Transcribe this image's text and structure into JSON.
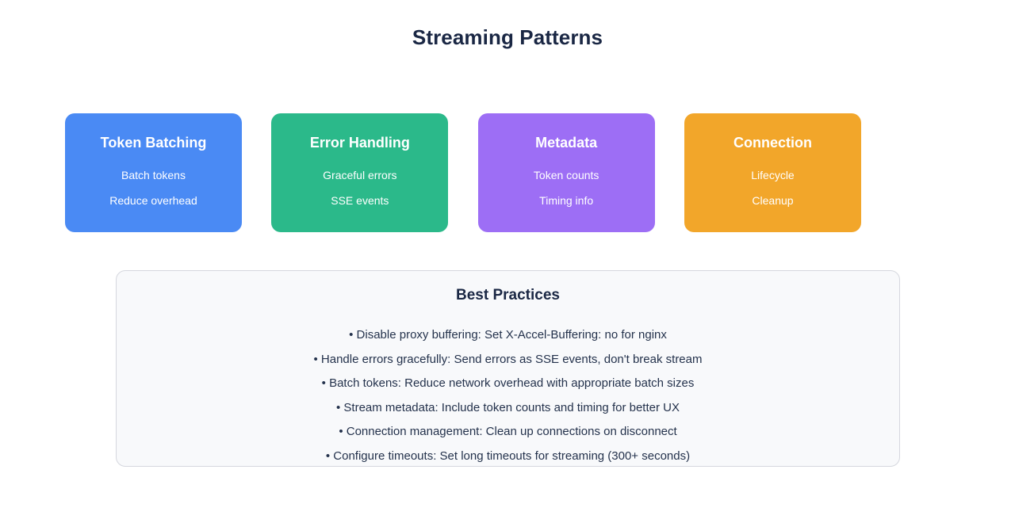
{
  "page": {
    "title": "Streaming Patterns",
    "background_color": "#ffffff",
    "text_color": "#1a2744"
  },
  "cards": [
    {
      "title": "Token Batching",
      "line1": "Batch tokens",
      "line2": "Reduce overhead",
      "color": "#4a8af4"
    },
    {
      "title": "Error Handling",
      "line1": "Graceful errors",
      "line2": "SSE events",
      "color": "#2bb98a"
    },
    {
      "title": "Metadata",
      "line1": "Token counts",
      "line2": "Timing info",
      "color": "#9d6ef5"
    },
    {
      "title": "Connection",
      "line1": "Lifecycle",
      "line2": "Cleanup",
      "color": "#f2a62a"
    }
  ],
  "practices": {
    "title": "Best Practices",
    "background_color": "#f8f9fb",
    "border_color": "#d5d7de",
    "items": [
      "• Disable proxy buffering: Set X-Accel-Buffering: no for nginx",
      "• Handle errors gracefully: Send errors as SSE events, don't break stream",
      "• Batch tokens: Reduce network overhead with appropriate batch sizes",
      "• Stream metadata: Include token counts and timing for better UX",
      "• Connection management: Clean up connections on disconnect",
      "• Configure timeouts: Set long timeouts for streaming (300+ seconds)"
    ]
  }
}
